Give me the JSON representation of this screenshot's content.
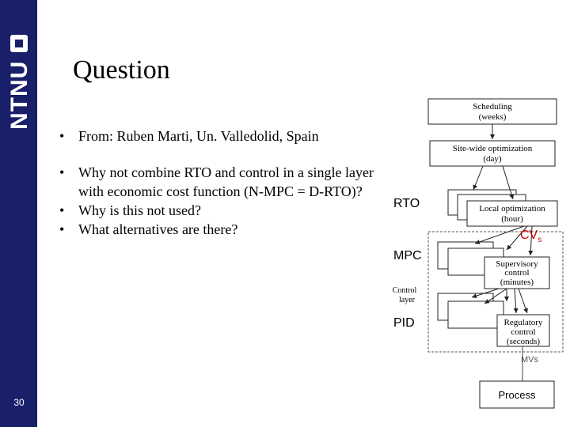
{
  "sidebar": {
    "logo_text": "NTNU",
    "page_number": "30"
  },
  "title": "Question",
  "bullets_a": [
    "From: Ruben Marti, Un. Valledolid, Spain"
  ],
  "bullets_b": [
    "Why not combine RTO and control in a single layer with economic cost function (N-MPC = D-RTO)?",
    "Why is this not used?",
    "What alternatives are there?"
  ],
  "diagram": {
    "scheduling": [
      "Scheduling",
      "(weeks)"
    ],
    "sitewide": [
      "Site-wide optimization",
      "(day)"
    ],
    "local": [
      "Local optimization",
      "(hour)"
    ],
    "supervisory": [
      "Supervisory",
      "control",
      "(minutes)"
    ],
    "regulatory": [
      "Regulatory",
      "control",
      "(seconds)"
    ],
    "control_layer": [
      "Control",
      "layer"
    ],
    "rto": "RTO",
    "mpc": "MPC",
    "pid": "PID",
    "cvs": "CV",
    "cvs_sub": "s",
    "mvs": "MVs",
    "process": "Process"
  },
  "colors": {
    "sidebar": "#1a1f6a",
    "cv_label": "#cc0000"
  }
}
